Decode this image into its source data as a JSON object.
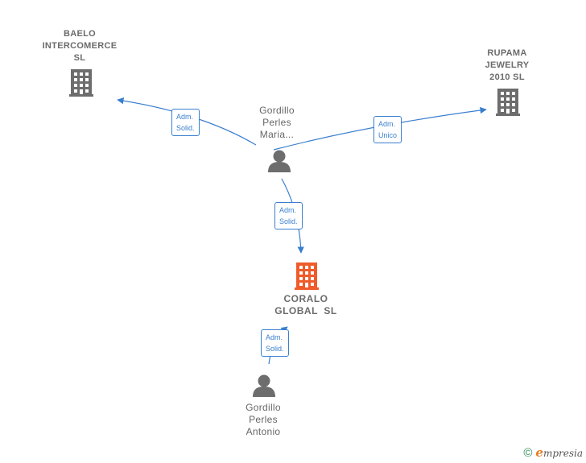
{
  "colors": {
    "edge": "#3a7fcf",
    "node_gray": "#6d6d6d",
    "node_main": "#ef5b2b",
    "footer_green": "#2e8c5a",
    "footer_orange": "#e67e22"
  },
  "nodes": {
    "baelo": {
      "label": "BAELO\nINTERCOMERCE\nSL",
      "icon": "building-icon"
    },
    "rupama": {
      "label": "RUPAMA\nJEWELRY\n2010 SL",
      "icon": "building-icon"
    },
    "gordillo_maria": {
      "label": "Gordillo\nPerles\nMaria...",
      "icon": "person-icon"
    },
    "coralo": {
      "label": "CORALO\nGLOBAL  SL",
      "icon": "building-icon"
    },
    "gordillo_antonio": {
      "label": "Gordillo\nPerles\nAntonio",
      "icon": "person-icon"
    }
  },
  "edges": {
    "maria_baelo": "Adm.\nSolid.",
    "maria_rupama": "Adm.\nUnico",
    "maria_coralo": "Adm.\nSolid.",
    "antonio_coralo": "Adm.\nSolid."
  },
  "footer": {
    "copyright": "©",
    "brand_initial": "e",
    "brand_rest": "mpresia"
  }
}
